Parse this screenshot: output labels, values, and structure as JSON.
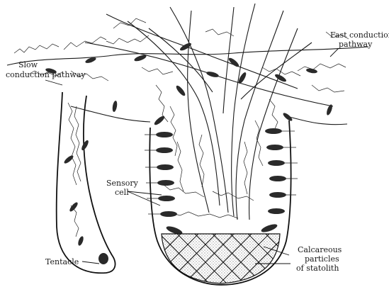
{
  "labels": {
    "fast_line1": "Fast conduction",
    "fast_line2": "pathway",
    "slow_line1": "Slow",
    "slow_line2": "conduction pathway",
    "sensory_line1": "Sensory",
    "sensory_line2": "cell",
    "tentacle": "Tentacle",
    "calc_line1": "Calcareous",
    "calc_line2": "particles",
    "calc_line3": "of statolith"
  },
  "colors": {
    "ink": "#1a1a1a",
    "cell_fill": "#2a2a2a",
    "background": "#ffffff"
  }
}
